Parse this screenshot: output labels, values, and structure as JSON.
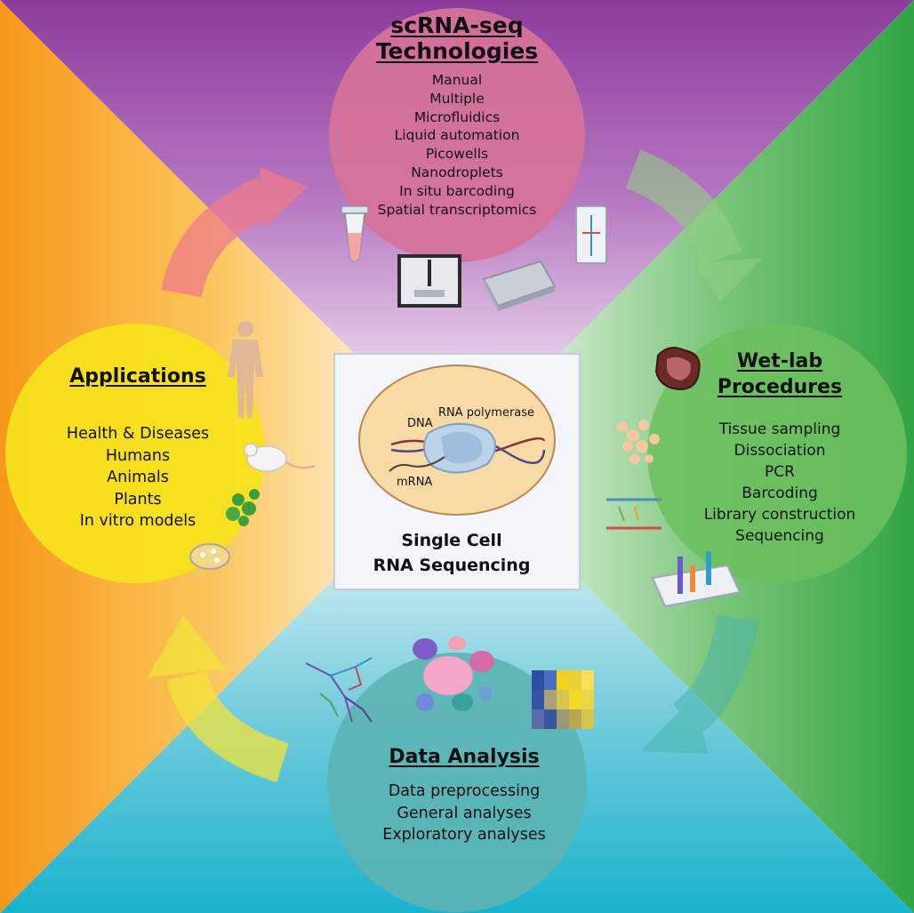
{
  "technologies": {
    "title_line1": "scRNA-seq",
    "title_line2": "Technologies",
    "items": [
      "Manual",
      "Multiple",
      "Microfluidics",
      "Liquid automation",
      "Picowells",
      "Nanodroplets",
      "In situ barcoding",
      "Spatial transcriptomics"
    ]
  },
  "applications": {
    "title": "Applications",
    "items": [
      "Health & Diseases",
      "Humans",
      "Animals",
      "Plants",
      "In vitro models"
    ]
  },
  "wetlab": {
    "title_line1": "Wet-lab",
    "title_line2": "Procedures",
    "items": [
      "Tissue sampling",
      "Dissociation",
      "PCR",
      "Barcoding",
      "Library construction",
      "Sequencing"
    ]
  },
  "data_analysis": {
    "title": "Data Analysis",
    "items": [
      "Data preprocessing",
      "General analyses",
      "Exploratory analyses"
    ]
  },
  "center": {
    "title_line1": "Single Cell",
    "title_line2": "RNA Sequencing",
    "label_dna": "DNA",
    "label_polymerase": "RNA polymerase",
    "label_mrna": "mRNA"
  },
  "icons": [
    "pcr-tube-icon",
    "liquid-handler-icon",
    "well-plate-icon",
    "microfluidic-chip-icon",
    "human-icon",
    "mouse-icon",
    "plant-icon",
    "petri-dish-icon",
    "tissue-icon",
    "cell-cluster-icon",
    "dna-barcode-icon",
    "sequencing-slide-icon",
    "trajectory-plot-icon",
    "cluster-plot-icon",
    "heatmap-icon",
    "rna-polymerase-icon"
  ],
  "colors": {
    "technologies": "#d2739a",
    "applications": "#f7e21e",
    "wetlab": "#6cbf5e",
    "data_analysis": "#58b5b7",
    "center_cell": "#f7d9a4",
    "left_quadrant": "#f7a11e",
    "right_quadrant": "#3daa47",
    "top_quadrant": "#9b4aa4",
    "bottom_quadrant": "#1fb4cc"
  }
}
